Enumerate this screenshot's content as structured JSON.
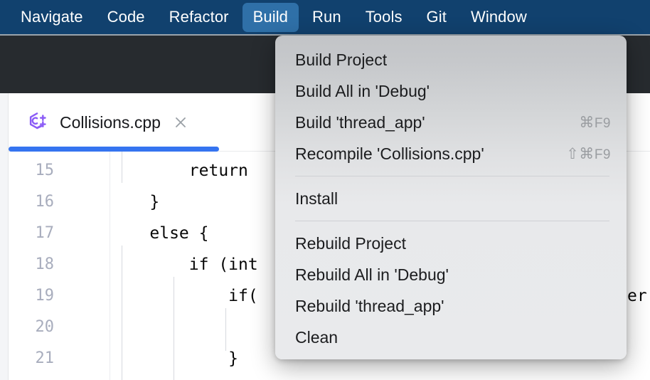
{
  "menubar": {
    "items": [
      {
        "label": "Navigate",
        "active": false
      },
      {
        "label": "Code",
        "active": false
      },
      {
        "label": "Refactor",
        "active": false
      },
      {
        "label": "Build",
        "active": true
      },
      {
        "label": "Run",
        "active": false
      },
      {
        "label": "Tools",
        "active": false
      },
      {
        "label": "Git",
        "active": false
      },
      {
        "label": "Window",
        "active": false
      }
    ],
    "highlight_color": "#2f70a8",
    "background_color": "#11416e"
  },
  "toolbar": {
    "background_color": "#272b2f"
  },
  "editor_tabs": {
    "active_tab": {
      "filename": "Collisions.cpp",
      "icon": "cpp-file-icon",
      "close_icon": "close-icon",
      "underline_color": "#3574f0"
    }
  },
  "editor": {
    "lines": [
      {
        "number": "15",
        "text": "        return"
      },
      {
        "number": "16",
        "text": "    }"
      },
      {
        "number": "17",
        "text": "    else {"
      },
      {
        "number": "18",
        "text": "        if (int"
      },
      {
        "number": "19",
        "text": "            if("
      },
      {
        "number": "20",
        "text": ""
      },
      {
        "number": "21",
        "text": "            }"
      }
    ],
    "keyword_color": "#0033b3",
    "linenumber_color": "#a8adbd",
    "clipped_text_right": "er"
  },
  "build_menu": {
    "items": [
      {
        "label": "Build Project",
        "shortcut_mods": "",
        "shortcut_key": ""
      },
      {
        "label": "Build All in 'Debug'",
        "shortcut_mods": "",
        "shortcut_key": ""
      },
      {
        "label": "Build 'thread_app'",
        "shortcut_mods": "⌘",
        "shortcut_key": "F9"
      },
      {
        "label": "Recompile 'Collisions.cpp'",
        "shortcut_mods": "⇧⌘",
        "shortcut_key": "F9"
      },
      {
        "separator": true
      },
      {
        "label": "Install",
        "shortcut_mods": "",
        "shortcut_key": ""
      },
      {
        "separator": true
      },
      {
        "label": "Rebuild Project",
        "shortcut_mods": "",
        "shortcut_key": ""
      },
      {
        "label": "Rebuild All in 'Debug'",
        "shortcut_mods": "",
        "shortcut_key": ""
      },
      {
        "label": "Rebuild 'thread_app'",
        "shortcut_mods": "",
        "shortcut_key": ""
      },
      {
        "label": "Clean",
        "shortcut_mods": "",
        "shortcut_key": ""
      }
    ]
  }
}
